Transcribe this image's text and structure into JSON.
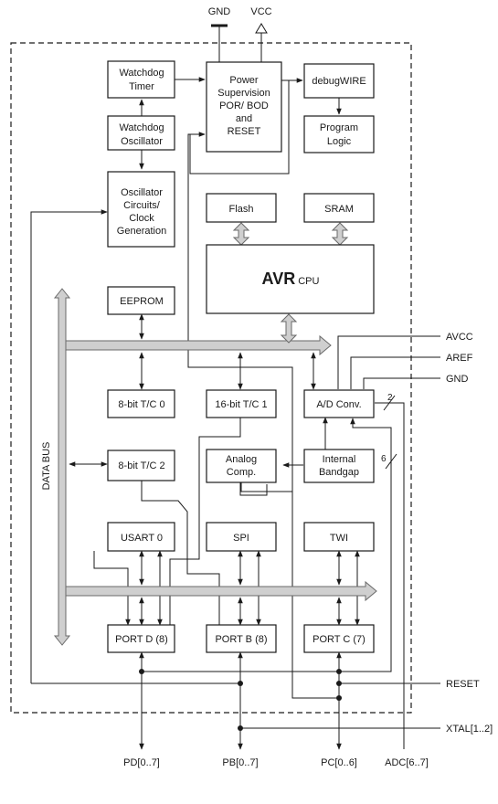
{
  "blocks": {
    "watchdog_timer": [
      "Watchdog",
      "Timer"
    ],
    "watchdog_osc": [
      "Watchdog",
      "Oscillator"
    ],
    "osc_circuits": [
      "Oscillator",
      "Circuits/",
      "Clock",
      "Generation"
    ],
    "power_supervision": [
      "Power",
      "Supervision",
      "POR/ BOD",
      "and",
      "RESET"
    ],
    "debugwire": [
      "debugWIRE"
    ],
    "program_logic": [
      "Program",
      "Logic"
    ],
    "flash": [
      "Flash"
    ],
    "sram": [
      "SRAM"
    ],
    "cpu": {
      "brand": "AVR",
      "suffix": "CPU"
    },
    "eeprom": [
      "EEPROM"
    ],
    "tc0": [
      "8-bit T/C 0"
    ],
    "tc1": [
      "16-bit T/C 1"
    ],
    "adc": [
      "A/D Conv."
    ],
    "tc2": [
      "8-bit T/C 2"
    ],
    "analog_comp": [
      "Analog",
      "Comp."
    ],
    "bandgap": [
      "Internal",
      "Bandgap"
    ],
    "usart": [
      "USART 0"
    ],
    "spi": [
      "SPI"
    ],
    "twi": [
      "TWI"
    ],
    "portd": [
      "PORT D (8)"
    ],
    "portb": [
      "PORT B (8)"
    ],
    "portc": [
      "PORT C (7)"
    ]
  },
  "power_pins": {
    "gnd": "GND",
    "vcc": "VCC"
  },
  "side_labels": {
    "avcc": "AVCC",
    "aref": "AREF",
    "gnd": "GND",
    "reset": "RESET",
    "xtal": "XTAL[1..2]"
  },
  "bus_widths": {
    "adc_to_pins": "2",
    "adc_mux": "6"
  },
  "data_bus_label": "DATA BUS",
  "pins": {
    "pd": "PD[0..7]",
    "pb": "PB[0..7]",
    "pc": "PC[0..6]",
    "adc": "ADC[6..7]"
  }
}
